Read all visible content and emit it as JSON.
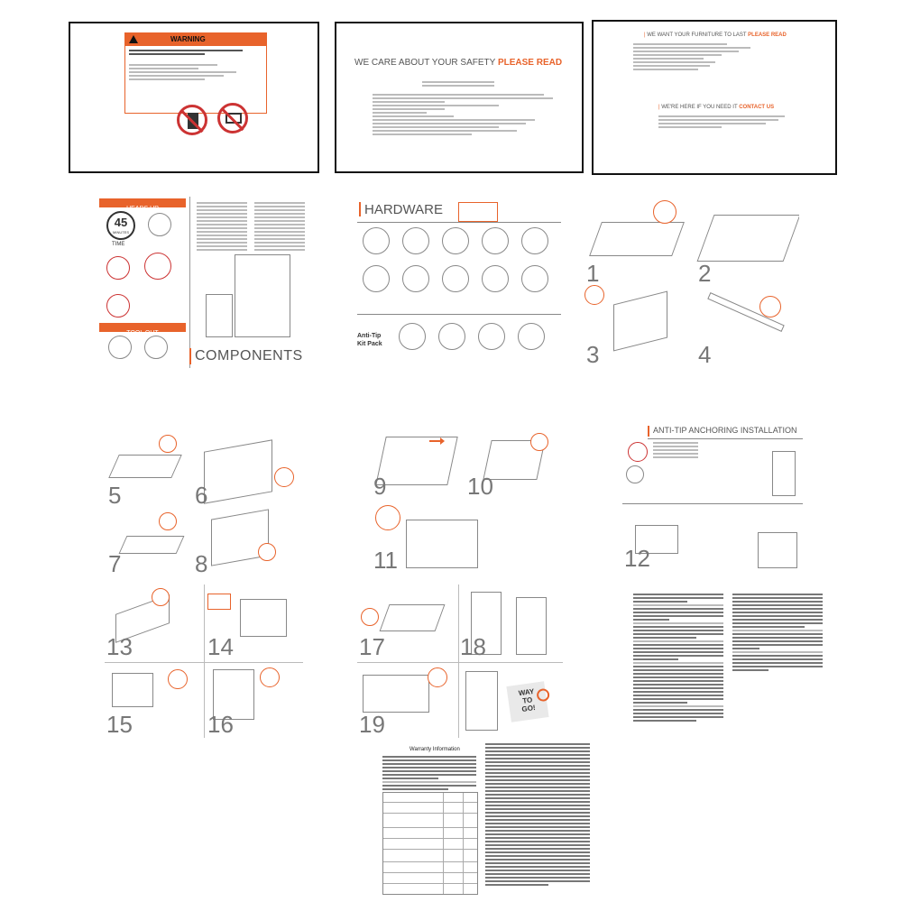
{
  "warning_page": {
    "title": "WARNING"
  },
  "safety_page": {
    "heading_main": "WE CARE ABOUT YOUR SAFETY",
    "heading_accent": "PLEASE READ"
  },
  "last_page": {
    "heading_main": "WE WANT YOUR FURNITURE TO LAST",
    "heading_accent": "PLEASE READ",
    "contact_main": "WE'RE HERE IF YOU NEED IT",
    "contact_accent": "CONTACT US"
  },
  "components_page": {
    "heads_up": "HEADS UP",
    "time_value": "45",
    "time_unit": "MINUTES",
    "time_label": "TIME",
    "tool_out": "TOOL OUT",
    "title": "COMPONENTS"
  },
  "hardware_page": {
    "title": "HARDWARE",
    "kit_label": "Anti-Tip Kit Pack"
  },
  "steps": {
    "s1": "1",
    "s2": "2",
    "s3": "3",
    "s4": "4",
    "s5": "5",
    "s6": "6",
    "s7": "7",
    "s8": "8",
    "s9": "9",
    "s10": "10",
    "s11": "11",
    "s12": "12",
    "s13": "13",
    "s14": "14",
    "s15": "15",
    "s16": "16",
    "s17": "17",
    "s18": "18",
    "s19": "19"
  },
  "anti_tip_page": {
    "title": "ANTI-TIP ANCHORING INSTALLATION"
  },
  "final": {
    "badge_line1": "WAY",
    "badge_line2": "TO",
    "badge_line3": "GO!"
  },
  "warranty": {
    "title": "Warranty Information"
  }
}
